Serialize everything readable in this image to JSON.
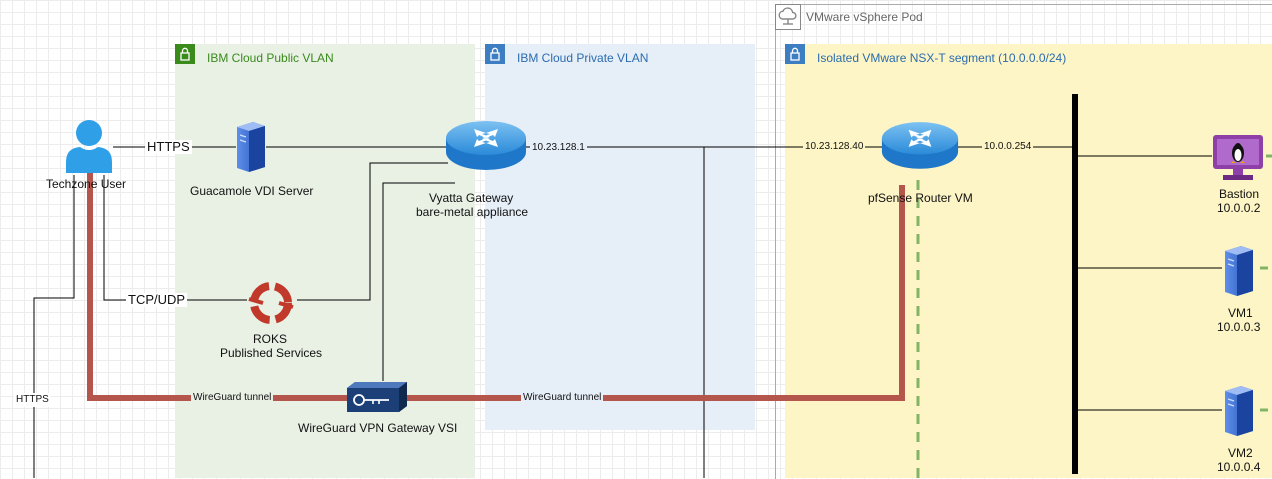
{
  "zones": {
    "pod": {
      "title": "VMware vSphere Pod",
      "icon": "cloud-host-icon"
    },
    "public": {
      "title": "IBM Cloud Public VLAN",
      "icon": "lock-icon",
      "color": "#3a8a1c"
    },
    "private": {
      "title": "IBM Cloud Private VLAN",
      "icon": "lock-icon",
      "color": "#2b6cb0"
    },
    "nsx": {
      "title": "Isolated VMware NSX-T segment (10.0.0.0/24)",
      "icon": "lock-icon",
      "color": "#2b6cb0"
    }
  },
  "nodes": {
    "user": {
      "label": "Techzone User",
      "icon": "user-icon"
    },
    "guacamole": {
      "label": "Guacamole VDI Server",
      "icon": "server-icon"
    },
    "vyatta": {
      "line1": "Vyatta Gateway",
      "line2": "bare-metal appliance",
      "icon": "router-icon"
    },
    "roks": {
      "line1": "ROKS",
      "line2": "Published Services",
      "icon": "openshift-icon"
    },
    "wireguard": {
      "label": "WireGuard VPN Gateway VSI",
      "icon": "vpn-gateway-icon"
    },
    "pfsense": {
      "label": "pfSense Router VM",
      "icon": "router-icon"
    },
    "bastion": {
      "name": "Bastion",
      "ip": "10.0.0.2",
      "icon": "linux-desktop-icon"
    },
    "vm1": {
      "name": "VM1",
      "ip": "10.0.0.3",
      "icon": "server-icon"
    },
    "vm2": {
      "name": "VM2",
      "ip": "10.0.0.4",
      "icon": "server-icon"
    }
  },
  "edges": {
    "https_top": "HTTPS",
    "tcp_udp": "TCP/UDP",
    "https_left": "HTTPS",
    "vyatta_ip": "10.23.128.1",
    "pfsense_wan_ip": "10.23.128.40",
    "pfsense_lan_ip": "10.0.0.254",
    "tunnel_left": "WireGuard tunnel",
    "tunnel_right": "WireGuard tunnel"
  },
  "colors": {
    "tunnel": "#b5564d",
    "link": "#000000",
    "dashed": "#82b366"
  }
}
